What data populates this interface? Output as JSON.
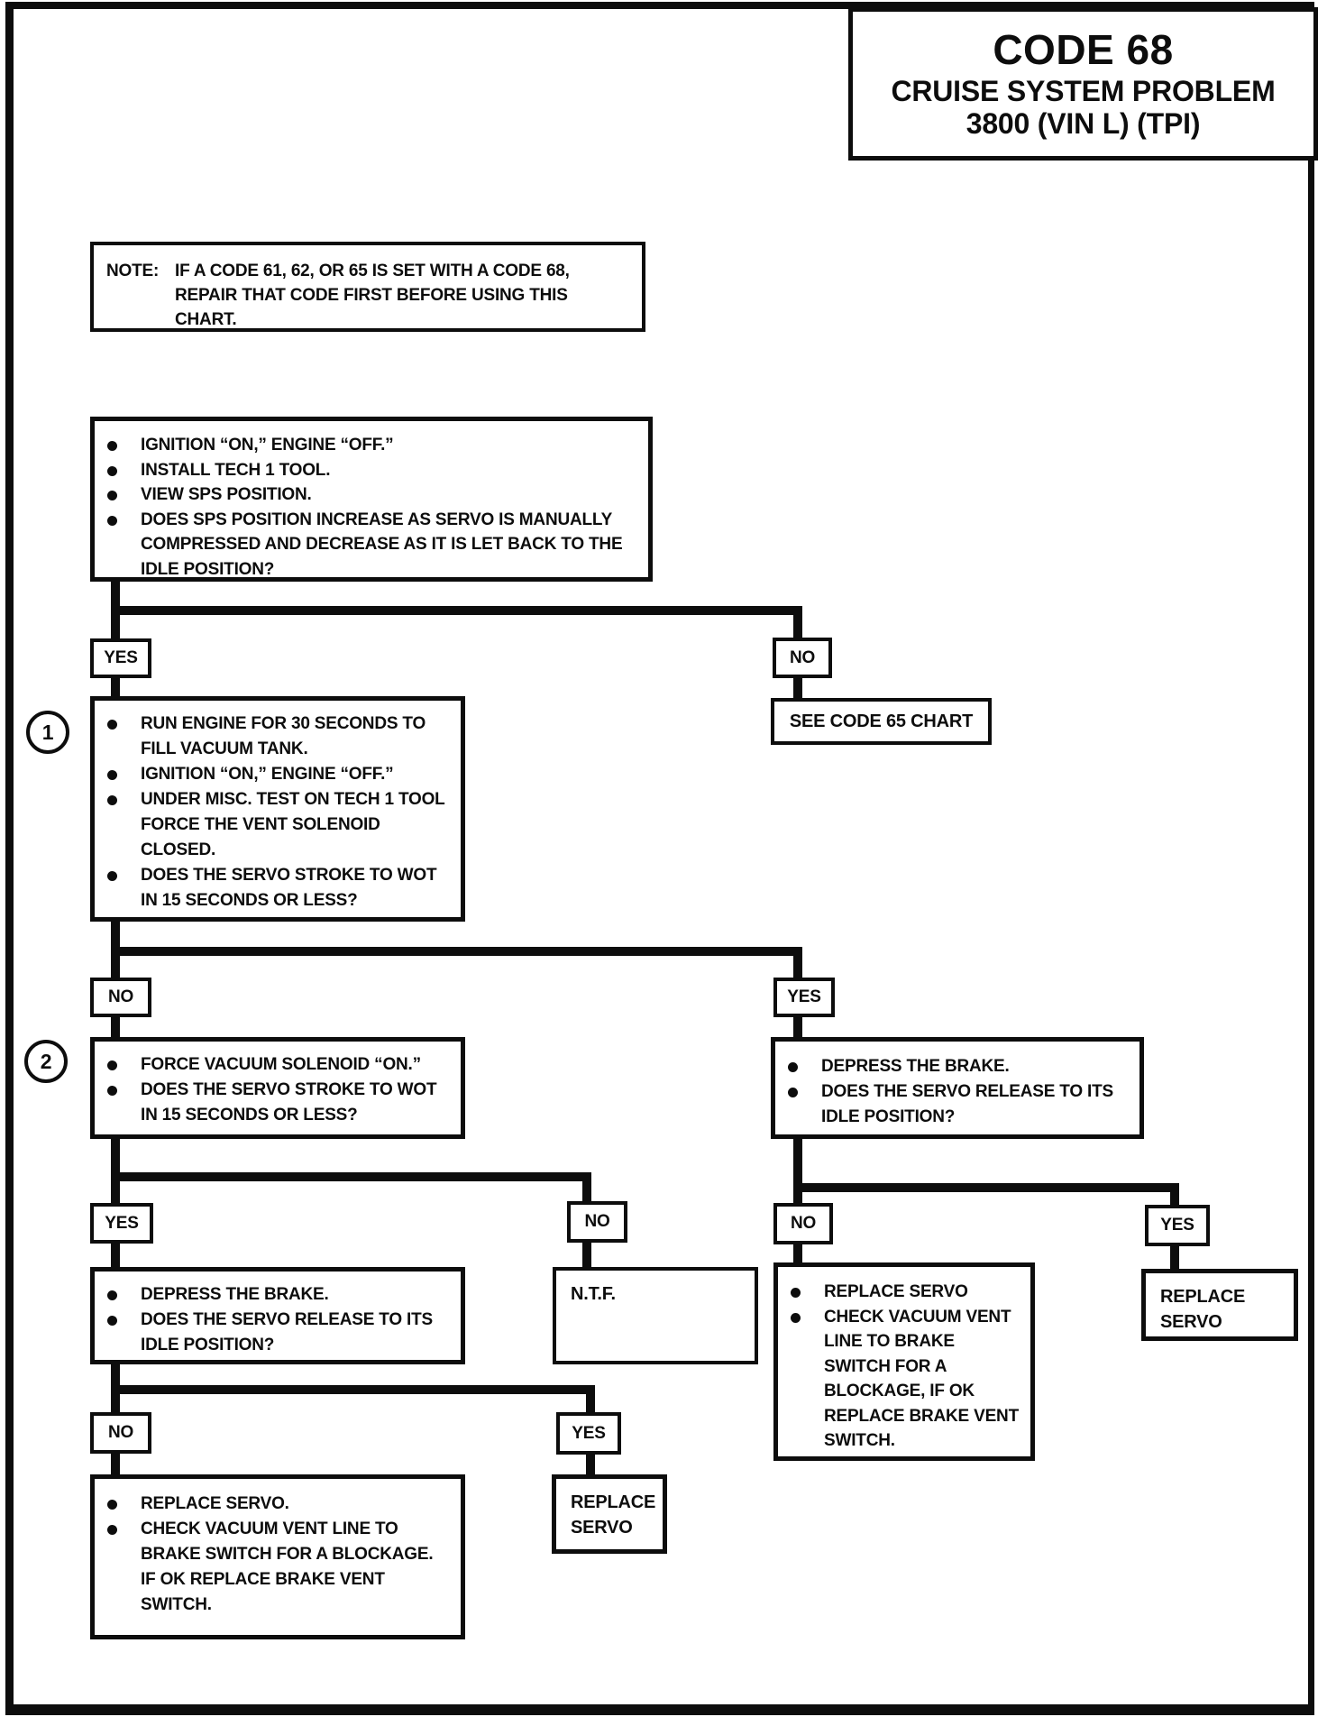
{
  "title": {
    "line1": "CODE 68",
    "line2": "CRUISE SYSTEM PROBLEM",
    "line3": "3800  (VIN L)  (TPI)"
  },
  "note": {
    "label": "NOTE:",
    "text": "IF A CODE 61, 62, OR 65 IS SET WITH A CODE 68, REPAIR THAT CODE FIRST BEFORE USING THIS CHART."
  },
  "labels": {
    "yes": "YES",
    "no": "NO"
  },
  "nodes": {
    "start": {
      "bullets": [
        "IGNITION “ON,” ENGINE “OFF.”",
        "INSTALL TECH 1 TOOL.",
        "VIEW SPS POSITION.",
        "DOES SPS POSITION INCREASE AS SERVO IS MANUALLY COMPRESSED AND DECREASE AS IT IS LET BACK TO THE IDLE POSITION?"
      ]
    },
    "see_code_65": {
      "text": "SEE CODE 65 CHART"
    },
    "step1": {
      "marker": "1",
      "bullets": [
        "RUN ENGINE FOR 30 SECONDS TO FILL VACUUM TANK.",
        "IGNITION “ON,” ENGINE “OFF.”",
        "UNDER MISC. TEST ON TECH 1 TOOL FORCE THE VENT SOLENOID CLOSED.",
        "DOES THE SERVO STROKE TO WOT IN 15 SECONDS OR LESS?"
      ]
    },
    "step2": {
      "marker": "2",
      "bullets": [
        "FORCE VACUUM SOLENOID “ON.”",
        "DOES THE SERVO STROKE TO WOT IN 15 SECONDS OR LESS?"
      ]
    },
    "brake_right": {
      "bullets": [
        "DEPRESS THE BRAKE.",
        "DOES THE SERVO RELEASE TO ITS IDLE POSITION?"
      ]
    },
    "brake_left": {
      "bullets": [
        "DEPRESS THE BRAKE.",
        "DOES THE SERVO RELEASE TO ITS IDLE POSITION?"
      ]
    },
    "ntf": {
      "text": "N.T.F."
    },
    "replace_servo_check_right": {
      "bullets": [
        "REPLACE SERVO",
        "CHECK VACUUM VENT LINE TO BRAKE SWITCH FOR A BLOCKAGE, IF OK REPLACE BRAKE VENT SWITCH."
      ]
    },
    "replace_servo_far_right": {
      "text": "REPLACE SERVO"
    },
    "replace_servo_check_left": {
      "bullets": [
        "REPLACE SERVO.",
        "CHECK VACUUM VENT LINE TO BRAKE SWITCH FOR A BLOCKAGE. IF OK REPLACE BRAKE VENT SWITCH."
      ]
    },
    "replace_servo_mid": {
      "text": "REPLACE SERVO"
    }
  },
  "colors": {
    "ink": "#0d0d0d",
    "paper": "#ffffff"
  }
}
